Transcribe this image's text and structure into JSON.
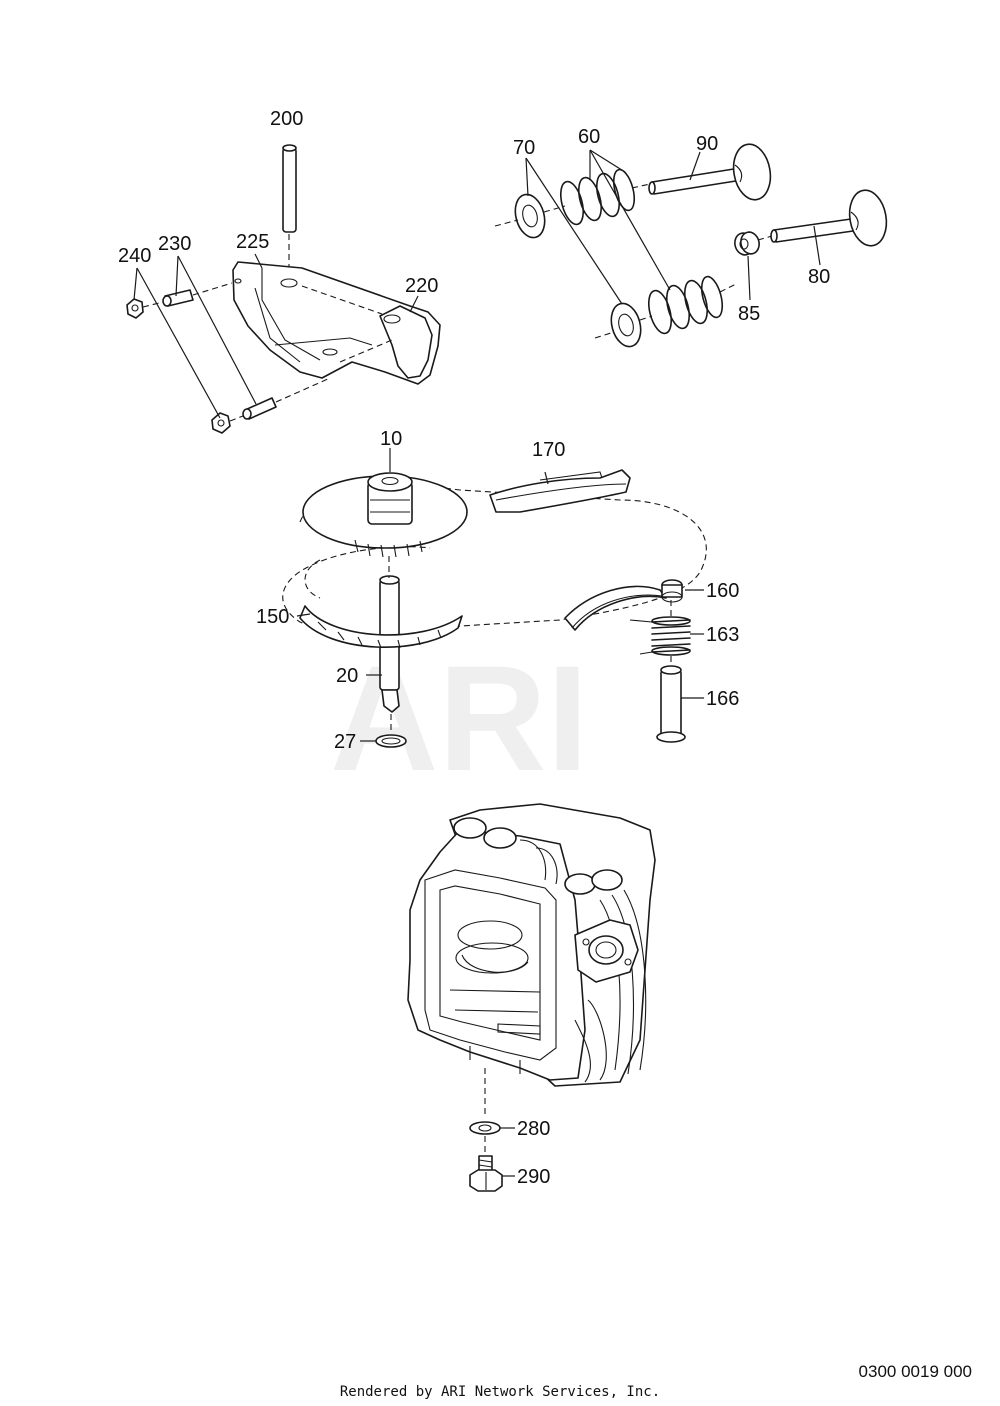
{
  "watermark": "ARI",
  "diagram_code": "0300 0019 000",
  "credit": "Rendered by ARI Network Services, Inc.",
  "part_labels": {
    "p200": "200",
    "p240": "240",
    "p230": "230",
    "p225": "225",
    "p220": "220",
    "p70": "70",
    "p60": "60",
    "p90": "90",
    "p80": "80",
    "p85": "85",
    "p10": "10",
    "p170": "170",
    "p160": "160",
    "p150": "150",
    "p163": "163",
    "p20": "20",
    "p166": "166",
    "p27": "27",
    "p280": "280",
    "p290": "290"
  }
}
